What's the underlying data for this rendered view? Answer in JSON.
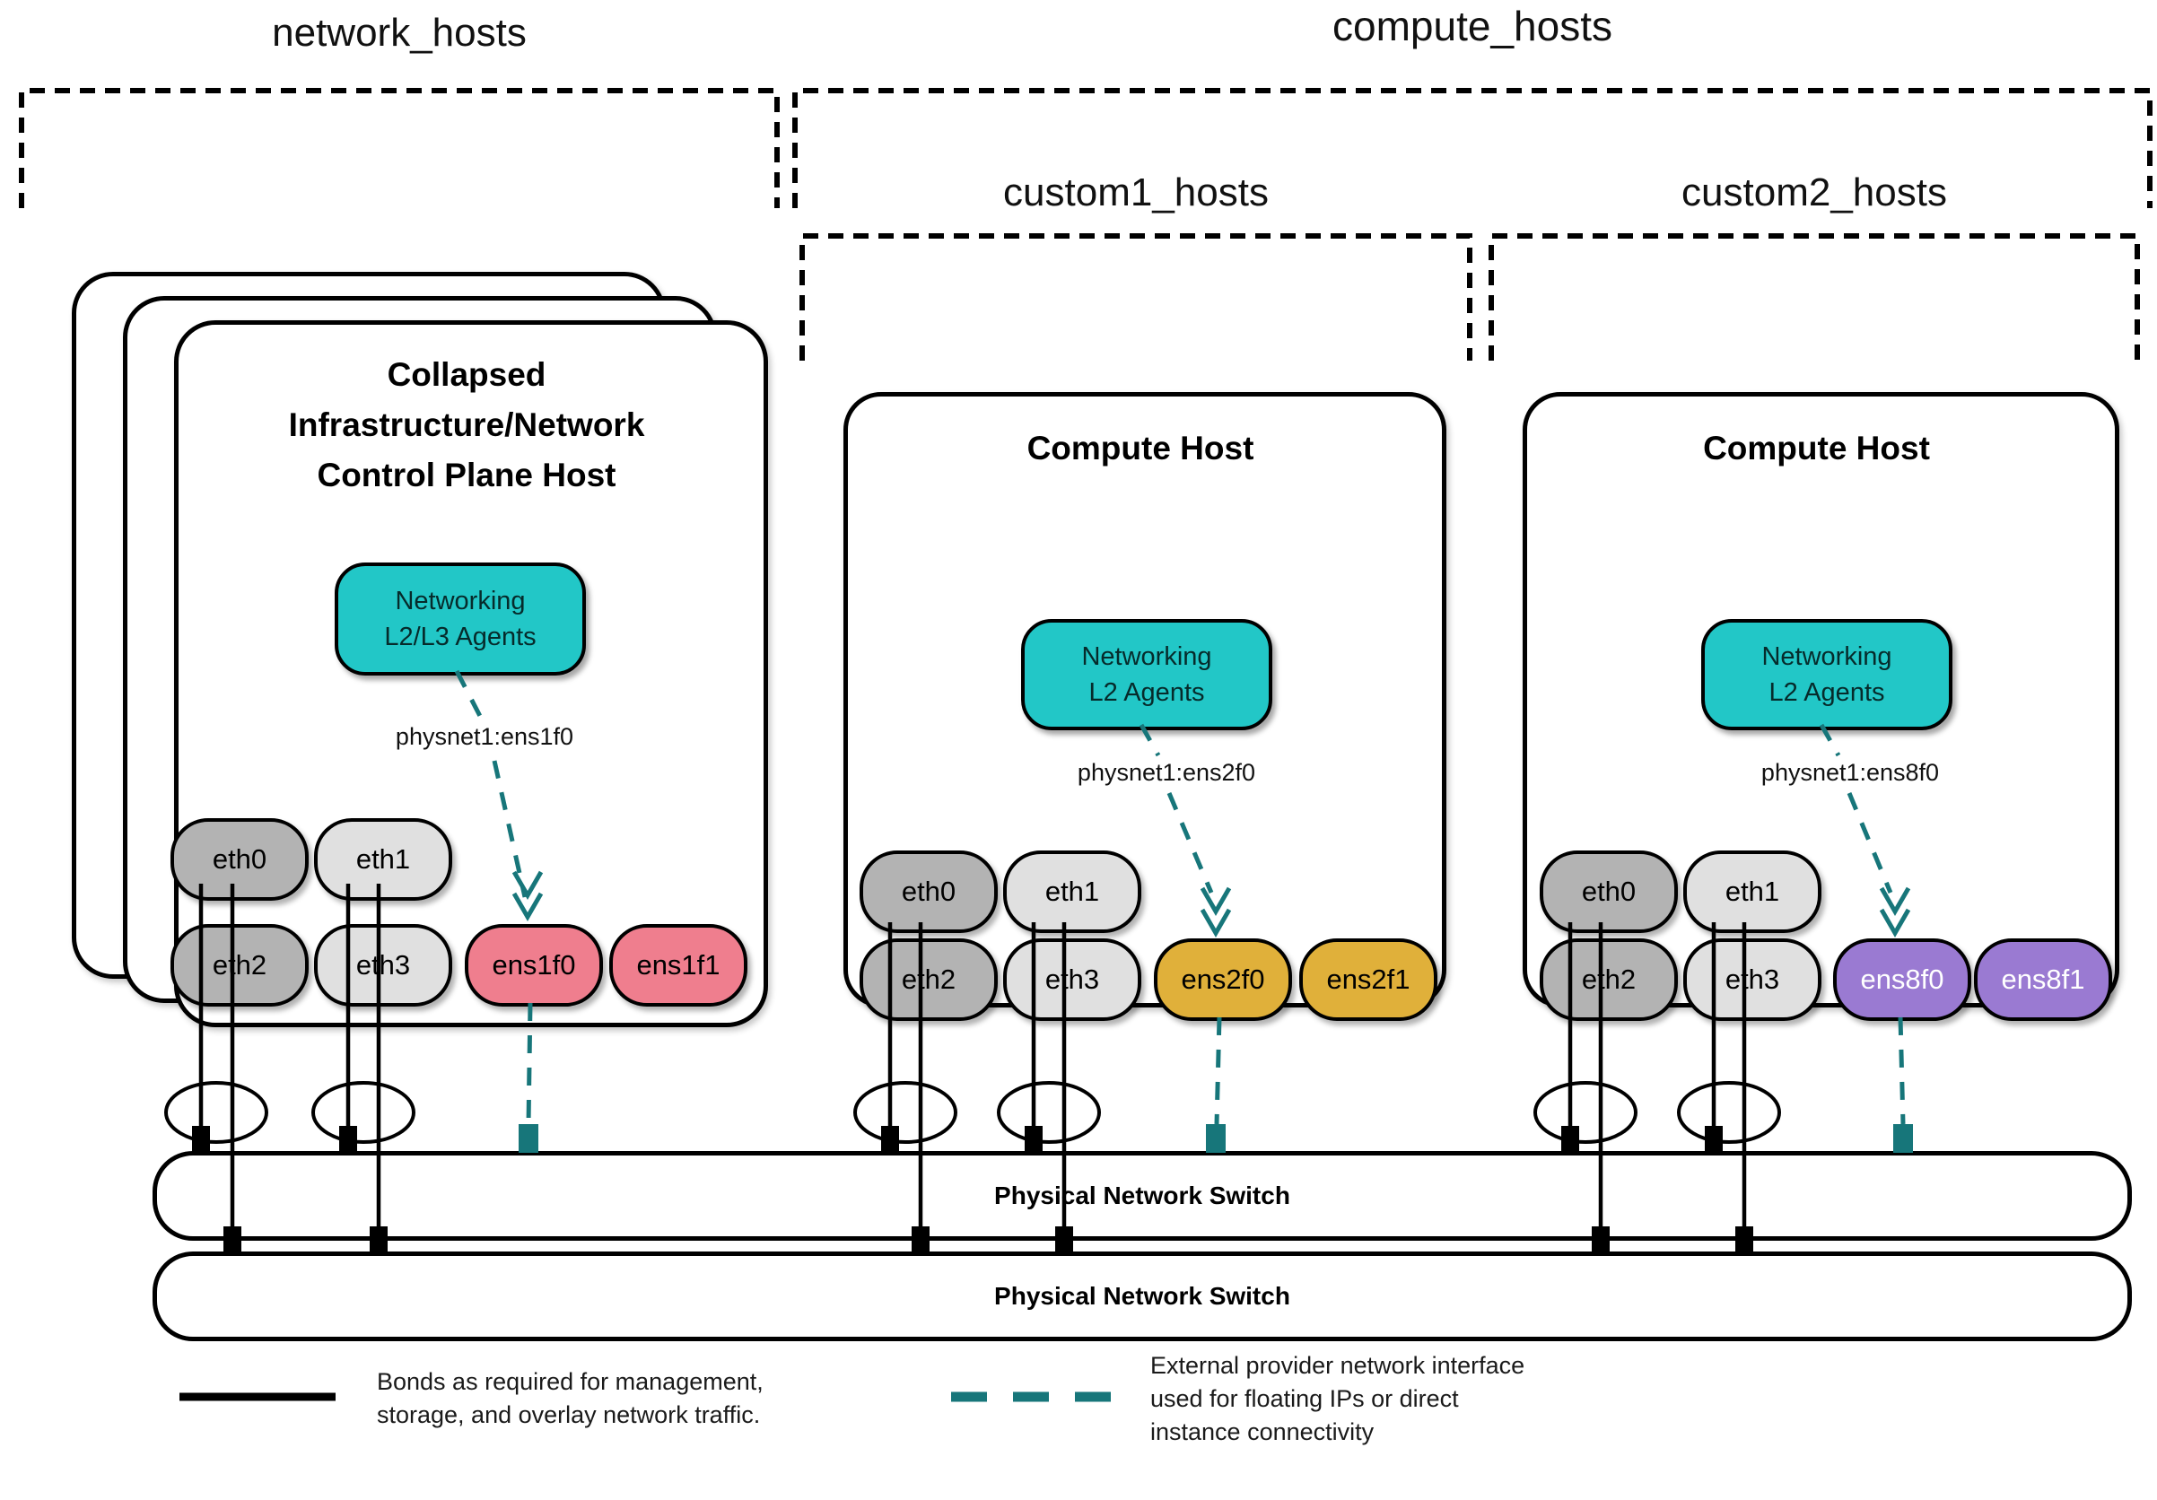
{
  "groups": {
    "network_hosts": "network_hosts",
    "compute_hosts": "compute_hosts",
    "custom1_hosts": "custom1_hosts",
    "custom2_hosts": "custom2_hosts"
  },
  "palette": {
    "agent_teal": "#22c7c7",
    "provider_dash_teal": "#17767a",
    "nic_gray_dark": "#b3b3b3",
    "nic_gray_light": "#e0e0e0",
    "nic_pink": "#ef7e8e",
    "nic_gold": "#e0b03a",
    "nic_purple": "#9a7ad2",
    "line_black": "#000000"
  },
  "hosts": [
    {
      "title_lines": [
        "Collapsed",
        "Infrastructure/Network",
        "Control Plane Host"
      ],
      "agent_lines": [
        "Networking",
        "L2/L3 Agents"
      ],
      "physnet": "physnet1:ens1f0",
      "nics": [
        {
          "label": "eth0"
        },
        {
          "label": "eth1"
        },
        {
          "label": "eth2"
        },
        {
          "label": "eth3"
        },
        {
          "label": "ens1f0"
        },
        {
          "label": "ens1f1"
        }
      ]
    },
    {
      "title_lines": [
        "Compute Host"
      ],
      "agent_lines": [
        "Networking",
        "L2 Agents"
      ],
      "physnet": "physnet1:ens2f0",
      "nics": [
        {
          "label": "eth0"
        },
        {
          "label": "eth1"
        },
        {
          "label": "eth2"
        },
        {
          "label": "eth3"
        },
        {
          "label": "ens2f0"
        },
        {
          "label": "ens2f1"
        }
      ]
    },
    {
      "title_lines": [
        "Compute Host"
      ],
      "agent_lines": [
        "Networking",
        "L2 Agents"
      ],
      "physnet": "physnet1:ens8f0",
      "nics": [
        {
          "label": "eth0"
        },
        {
          "label": "eth1"
        },
        {
          "label": "eth2"
        },
        {
          "label": "eth3"
        },
        {
          "label": "ens8f0"
        },
        {
          "label": "ens8f1"
        }
      ]
    }
  ],
  "switches": [
    {
      "label": "Physical Network Switch"
    },
    {
      "label": "Physical Network Switch"
    }
  ],
  "legend": {
    "bond": {
      "icon": "solid-line-swatch",
      "lines": [
        "Bonds as required for management,",
        "storage, and overlay network traffic."
      ]
    },
    "external": {
      "icon": "dashed-line-swatch",
      "lines": [
        "External provider network interface",
        "used for floating IPs or direct",
        "instance connectivity"
      ]
    }
  }
}
